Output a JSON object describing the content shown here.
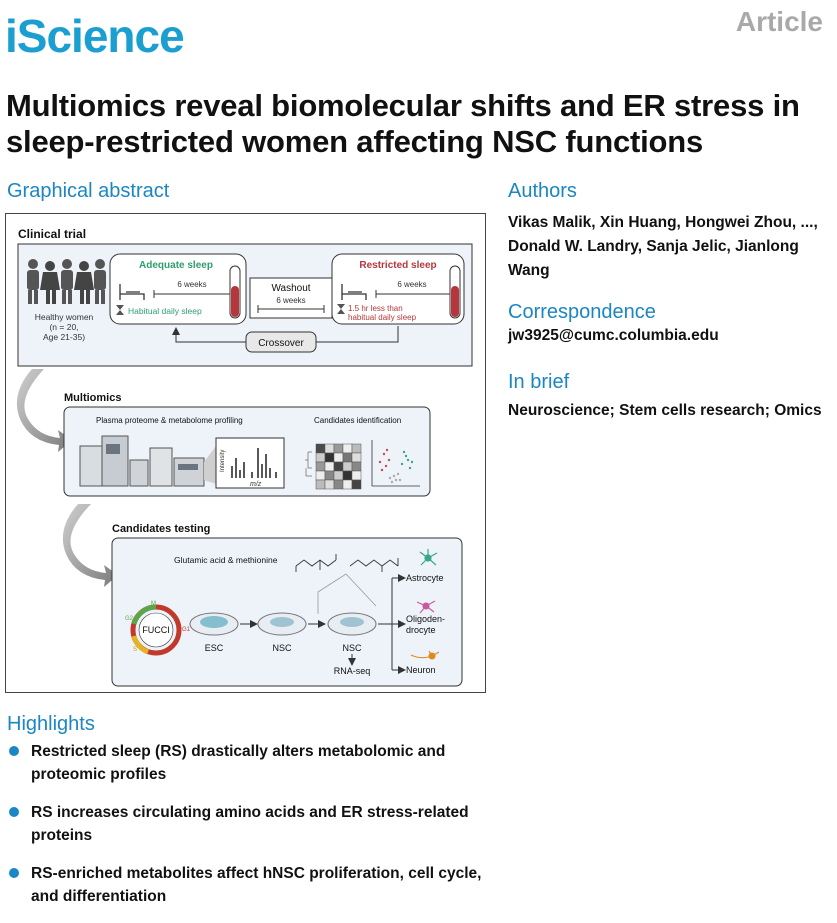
{
  "journal": "iScience",
  "article_type": "Article",
  "title": "Multiomics reveal biomolecular shifts and ER stress in sleep-restricted women affecting NSC functions",
  "graphical_abstract": {
    "heading": "Graphical abstract",
    "clinical_trial": {
      "label": "Clinical trial",
      "participants_line1": "Healthy women",
      "participants_line2": "(n = 20,",
      "participants_line3": "Age 21-35)",
      "adequate_label": "Adequate sleep",
      "adequate_weeks": "6 weeks",
      "adequate_desc": "Habitual daily sleep",
      "washout_label": "Washout",
      "washout_weeks": "6 weeks",
      "restricted_label": "Restricted sleep",
      "restricted_weeks": "6 weeks",
      "restricted_desc_line1": "1.5 hr less than",
      "restricted_desc_line2": "habitual daily sleep",
      "crossover_label": "Crossover"
    },
    "multiomics": {
      "label": "Multiomics",
      "profiling_label": "Plasma proteome & metabolome profiling",
      "candidates_label": "Candidates identification",
      "y_axis": "Intensity",
      "x_axis": "m/z"
    },
    "testing": {
      "label": "Candidates testing",
      "compounds_label": "Glutamic acid & methionine",
      "fucci_label": "FUCCI",
      "phase_g1": "G1",
      "phase_s": "S",
      "phase_g2": "G2",
      "phase_m": "M",
      "esc_label": "ESC",
      "nsc_label1": "NSC",
      "nsc_label2": "NSC",
      "rnaseq_label": "RNA-seq",
      "astrocyte_label": "Astrocyte",
      "oligo_label1": "Oligoden-",
      "oligo_label2": "drocyte",
      "neuron_label": "Neuron"
    }
  },
  "authors": {
    "heading": "Authors",
    "text": "Vikas Malik, Xin Huang, Hongwei Zhou, ..., Donald W. Landry, Sanja Jelic, Jianlong Wang"
  },
  "correspondence": {
    "heading": "Correspondence",
    "email": "jw3925@cumc.columbia.edu"
  },
  "in_brief": {
    "heading": "In brief",
    "text": "Neuroscience; Stem cells research; Omics"
  },
  "highlights": {
    "heading": "Highlights",
    "items": [
      "Restricted sleep (RS) drastically alters metabolomic and proteomic profiles",
      "RS increases circulating amino acids and ER stress-related proteins",
      "RS-enriched metabolites affect hNSC proliferation, cell cycle, and differentiation"
    ]
  },
  "colors": {
    "journal_blue": "#1b9fd1",
    "heading_blue": "#1b86c4",
    "adequate_green": "#2e9e6e",
    "restricted_red": "#b5373c",
    "panel_fill": "#edf3f9"
  }
}
